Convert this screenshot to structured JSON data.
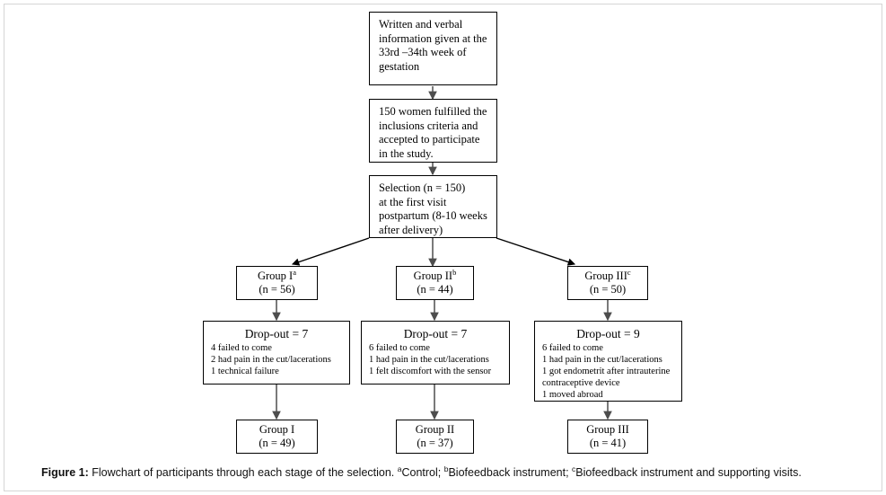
{
  "figure": {
    "caption_label": "Figure 1:",
    "caption_text": " Flowchart of participants through each stage of the selection. ",
    "footnote_a_marker": "a",
    "footnote_a_text": "Control; ",
    "footnote_b_marker": "b",
    "footnote_b_text": "Biofeedback instrument; ",
    "footnote_c_marker": "c",
    "footnote_c_text": "Biofeedback instrument and supporting visits."
  },
  "colors": {
    "box_border": "#000000",
    "connector": "#595959",
    "page_border": "#d5d5d5",
    "text": "#000000",
    "background": "#ffffff"
  },
  "nodes": {
    "information": {
      "lines": [
        "Written and verbal",
        "information given at the",
        "33rd –34th week of",
        "gestation"
      ]
    },
    "enrollment": {
      "lines": [
        "150 women fulfilled the",
        "inclusions criteria and",
        "accepted to participate",
        "in the study."
      ]
    },
    "selection": {
      "lines": [
        "Selection (n = 150)",
        "at the first visit",
        "postpartum (8-10 weeks",
        "after delivery)"
      ]
    },
    "group1": {
      "title": "Group I",
      "marker": "a",
      "count": "(n = 56)"
    },
    "group2": {
      "title": "Group II",
      "marker": "b",
      "count": "(n = 44)"
    },
    "group3": {
      "title": "Group III",
      "marker": "c",
      "count": "(n = 50)"
    },
    "dropout1": {
      "title": "Drop-out = 7",
      "items": [
        "4 failed to come",
        "2 had pain in the cut/lacerations",
        "1 technical failure"
      ]
    },
    "dropout2": {
      "title": "Drop-out = 7",
      "items": [
        "6 failed to come",
        "1 had pain in the cut/lacerations",
        "1 felt discomfort with the sensor"
      ]
    },
    "dropout3": {
      "title": "Drop-out = 9",
      "items": [
        "6 failed to come",
        "1 had pain in the cut/lacerations",
        "1 got endometrit after intrauterine",
        "contraceptive device",
        "1 moved abroad"
      ]
    },
    "final1": {
      "title": "Group I",
      "count": "(n = 49)"
    },
    "final2": {
      "title": "Group II",
      "count": "(n = 37)"
    },
    "final3": {
      "title": "Group III",
      "count": "(n = 41)"
    }
  }
}
